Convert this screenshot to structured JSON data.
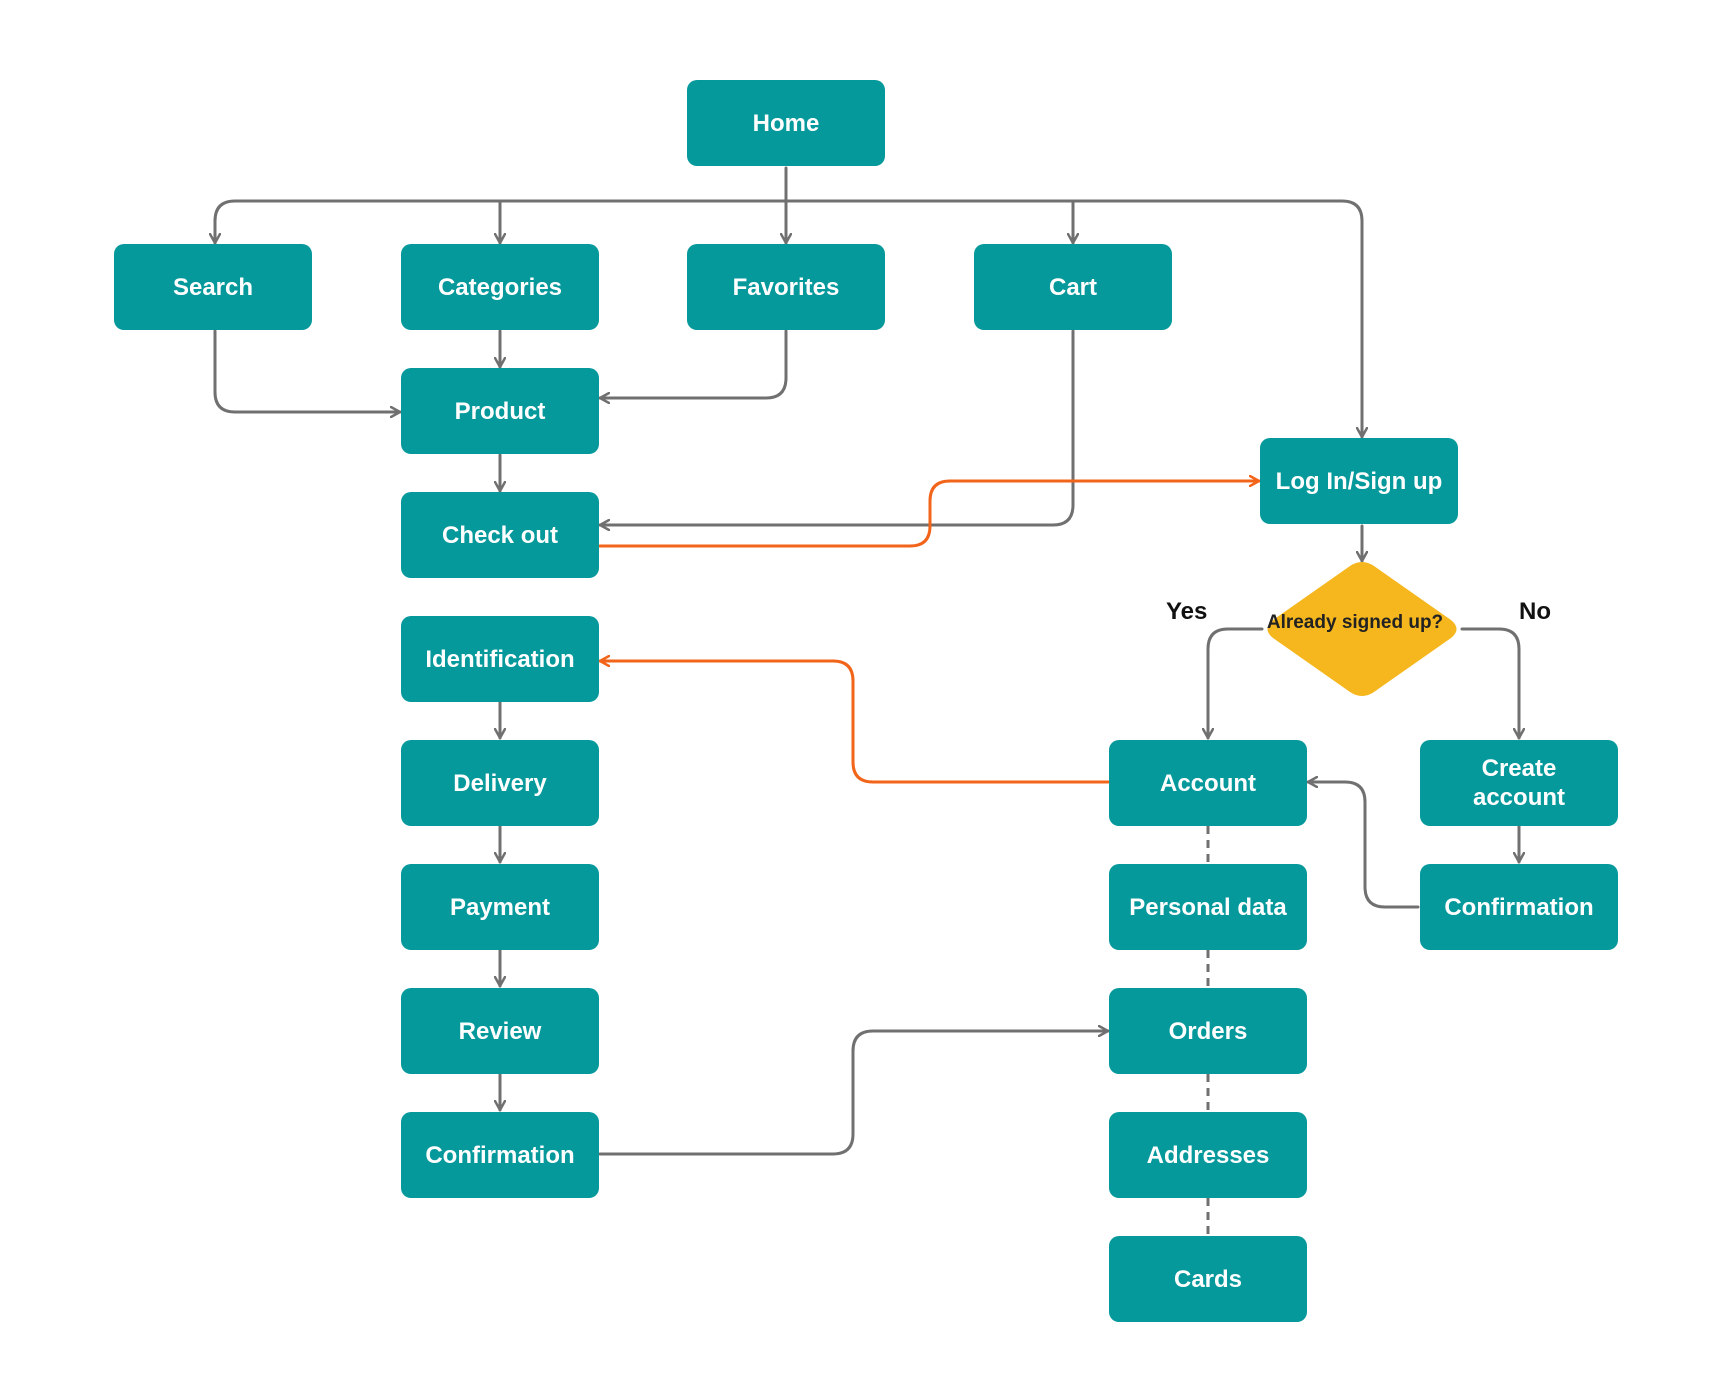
{
  "colors": {
    "node": "#05999c",
    "decision": "#f5b71d",
    "connector": "#707070",
    "highlight": "#f26419"
  },
  "nodes": {
    "home": "Home",
    "search": "Search",
    "categories": "Categories",
    "favorites": "Favorites",
    "cart": "Cart",
    "product": "Product",
    "checkout": "Check out",
    "login": "Log In/Sign up",
    "identification": "Identification",
    "delivery": "Delivery",
    "payment": "Payment",
    "review": "Review",
    "confirmation_checkout": "Confirmation",
    "account": "Account",
    "create_account": "Create\naccount",
    "confirmation_signup": "Confirmation",
    "personal_data": "Personal data",
    "orders": "Orders",
    "addresses": "Addresses",
    "cards": "Cards"
  },
  "decision": {
    "question": "Already signed up?",
    "yes": "Yes",
    "no": "No"
  }
}
